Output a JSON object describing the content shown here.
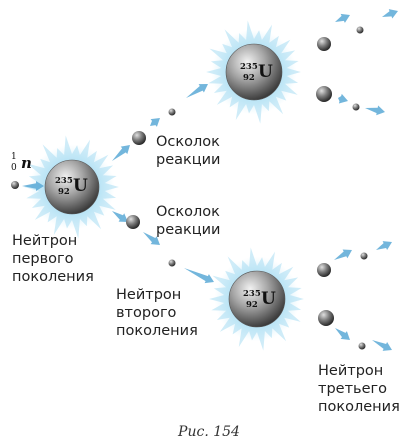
{
  "neutron_symbol": {
    "sup": "1",
    "sub": "0",
    "letter": "n"
  },
  "nucleus": {
    "mass": "235",
    "charge": "92",
    "element": "U"
  },
  "labels": {
    "fragment_top": [
      "Осколок",
      "реакции"
    ],
    "fragment_bottom": [
      "Осколок",
      "реакции"
    ],
    "neutron_first": [
      "Нейтрон",
      "первого",
      "поколения"
    ],
    "neutron_second": [
      "Нейтрон",
      "второго",
      "поколения"
    ],
    "neutron_third": [
      "Нейтрон",
      "третьего",
      "поколения"
    ]
  },
  "caption": "Рис. 154",
  "colors": {
    "glow": "#a8dcf2",
    "arrow": "#5aa9d6",
    "sphere_dark": "#3d3d3d",
    "sphere_light": "#e6e6e6"
  }
}
